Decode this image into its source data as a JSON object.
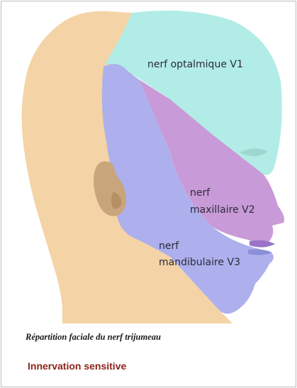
{
  "diagram": {
    "regions": [
      {
        "id": "v1",
        "lines": [
          "nerf optalmique V1"
        ],
        "color": "#b2ece6"
      },
      {
        "id": "v2",
        "lines": [
          "nerf",
          "maxillaire V2"
        ],
        "color": "#c99ad8"
      },
      {
        "id": "v3",
        "lines": [
          "nerf",
          "mandibulaire V3"
        ],
        "color": "#adb0ec"
      }
    ],
    "colors": {
      "skin": "#f4d3a6",
      "ear": "#c9a57c"
    }
  },
  "caption": "Répartition faciale du nerf trijumeau",
  "subtitle": "Innervation sensitive"
}
